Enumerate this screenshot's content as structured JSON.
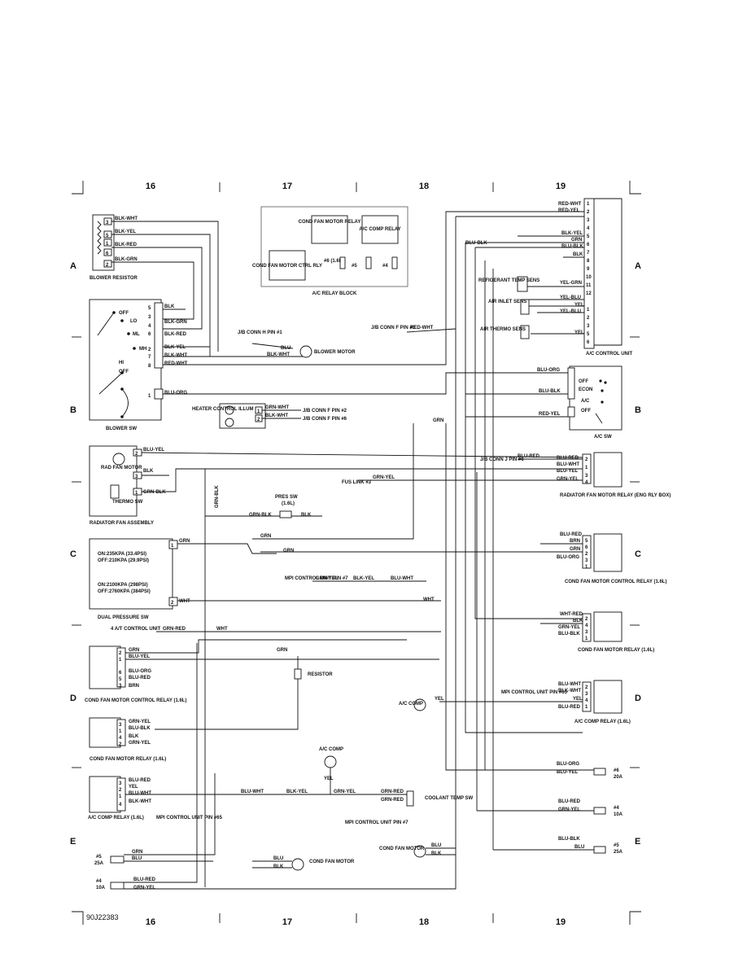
{
  "page": {
    "columns": [
      "16",
      "17",
      "18",
      "19"
    ],
    "rows": [
      "A",
      "B",
      "C",
      "D",
      "E"
    ],
    "figure_id": "90J22383"
  },
  "components": {
    "blower_resistor": "BLOWER RESISTOR",
    "blower_sw": "BLOWER SW",
    "blower_motor": "BLOWER MOTOR",
    "ac_relay_block": "A/C RELAY BLOCK",
    "cond_fan_motor_relay": "COND FAN MOTOR RELAY",
    "ac_comp_relay": "A/C COMP RELAY",
    "cond_fan_motor_ctrl_rly": "COND FAN MOTOR CTRL RLY",
    "heater_control_illum": "HEATER CONTROL ILLUM",
    "ac_control_unit": "A/C CONTROL UNIT",
    "refrigerant_temp_sens": "REFIGERANT TEMP SENS",
    "air_inlet_sens": "AIR INLET SENS",
    "air_thermo_sens": "AIR THERMO SENS",
    "ac_sw": "A/C SW",
    "radiator_fan_assembly": "RADIATOR FAN ASSEMBLY",
    "rad_fan_motor": "RAD FAN MOTOR",
    "thermo_sw": "THERMO SW",
    "pres_sw": "PRES SW",
    "dual_pressure_sw": "DUAL PRESSURE SW",
    "radiator_fan_motor_relay": "RADIATOR FAN MOTOR RELAY (ENG RLY BOX)",
    "cond_fan_motor_control_relay_r": "COND FAN MOTOR CONTROL RELAY (1.6L)",
    "cond_fan_motor_relay_r": "COND FAN MOTOR RELAY (1.6L)",
    "ac_comp_relay_r": "A/C COMP RELAY (1.6L)",
    "cond_fan_motor_control_relay_l": "COND FAN MOTOR CONTROL RELAY (1.6L)",
    "cond_fan_motor_relay_l": "COND FAN MOTOR RELAY (1.6L)",
    "ac_comp_relay_l": "A/C COMP RELAY (1.6L)",
    "resistor": "RESISTOR",
    "ac_comp": "A/C COMP",
    "ac_comp_2": "A/C COMP",
    "coolant_temp_sw": "COOLANT TEMP SW",
    "cond_fan_motor": "COND FAN MOTOR",
    "cond_fan_motor_2": "COND FAN MOTOR",
    "jb_conn_h": "J/B CONN H PIN #1",
    "jb_conn_f3": "J/B CONN F PIN #3",
    "jb_conn_f2": "J/B CONN F PIN #2",
    "jb_conn_f6": "J/B CONN F PIN #6",
    "jb_conn_j": "J/B CONN J PIN #6",
    "fus_link": "FUS LINK #3",
    "mpi_control_7": "MPI CONTROL UNIT PIN #7",
    "mpi_control_7b": "MPI CONTROL UNIT PIN #7",
    "mpi_control_65": "MPI CONTROL UNIT PIN #65",
    "mpi_control_65b": "MPI CONTROL UNIT PIN #65",
    "at_control_unit": "4 A/T CONTROL UNIT",
    "pressure_on1": "ON:235KPA (33.4PSI)",
    "pressure_off1": "OFF:210KPA (29.9PSI)",
    "pressure_on2": "ON:2100KPA (298PSI)",
    "pressure_off2": "OFF:2760KPA (384PSI)"
  },
  "blower_switch_positions": [
    "OFF",
    "LO",
    "ML",
    "MH",
    "HI",
    "OFF"
  ],
  "ac_switch_positions": [
    "OFF",
    "ECON",
    "A/C",
    "OFF"
  ],
  "fuses": [
    {
      "no": "#6",
      "rating": "20A"
    },
    {
      "no": "#4",
      "rating": "10A"
    },
    {
      "no": "#5",
      "rating": "25A"
    },
    {
      "no": "#5",
      "rating": "25A"
    },
    {
      "no": "#4",
      "rating": "10A"
    }
  ],
  "relay_block_fuses": [
    "#6 (1.6L)",
    "#5",
    "#4"
  ],
  "notes": {
    "l16": "(1.6L)"
  },
  "wire_colors": {
    "blk_wht": "BLK-WHT",
    "blk_yel": "BLK-YEL",
    "blk_red": "BLK-RED",
    "blk_grn": "BLK-GRN",
    "blk": "BLK",
    "blu": "BLU",
    "grn": "GRN",
    "yel": "YEL",
    "brn": "BRN",
    "wht": "WHT",
    "red_wht": "RED-WHT",
    "red_yel": "RED-YEL",
    "grn_blk": "GRN-BLK",
    "blu_blk": "BLU-BLK",
    "yel_grn": "YEL-GRN",
    "yel_blu": "YEL-BLU",
    "blu_org": "BLU-ORG",
    "blu_yel": "BLU-YEL",
    "grn_wht": "GRN-WHT",
    "blu_red": "BLU-RED",
    "grn_yel": "GRN-YEL",
    "grn_red": "GRN-RED",
    "wht_red": "WHT-RED",
    "blu_wht": "BLU-WHT"
  }
}
